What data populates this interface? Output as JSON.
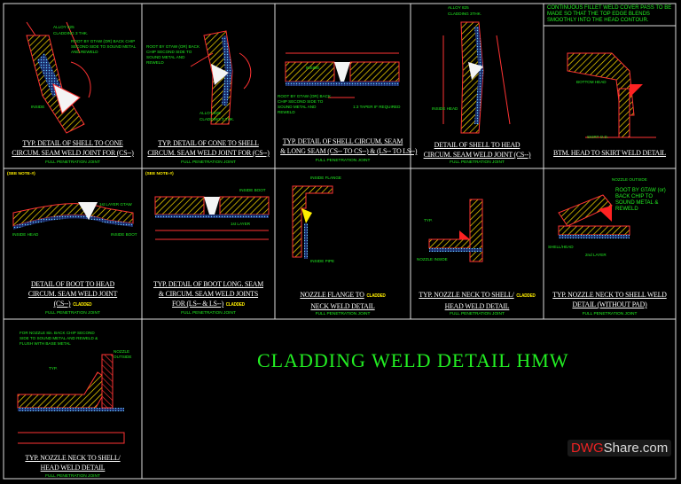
{
  "main_title": "CLADDING WELD DETAIL HMW",
  "watermark": {
    "prefix": "DWG",
    "suffix": "Share.com"
  },
  "common": {
    "full_penetration": "FULL PENETRATION JOINT",
    "cladded": "CLADDED",
    "see_note": "(SEE NOTE-#)"
  },
  "details": [
    {
      "title_lines": [
        "TYP. DETAIL OF SHELL TO CONE",
        "CIRCUM. SEAM WELD JOINT FOR (CS--)"
      ],
      "labels": [
        "ALLOY 825",
        "CLADDING 3 THK.",
        "ROOT BY GTAW (OR) BACK CHIP SECOND SIDE TO SOUND METAL AND REWELD",
        "INSIDE"
      ]
    },
    {
      "title_lines": [
        "TYP. DETAIL OF CONE TO SHELL",
        "CIRCUM. SEAM WELD JOINT FOR (CS--)"
      ],
      "labels": [
        "ROOT BY GTAW (OR) BACK CHIP SECOND SIDE TO SOUND METAL AND REWELD",
        "ALLOY 825",
        "CLADDING 3 THK."
      ]
    },
    {
      "title_lines": [
        "TYP. DETAIL OF SHELL CIRCUM. SEAM",
        "& LONG SEAM (CS-- TO CS--) & (LS-- TO LS--)"
      ],
      "labels": [
        "INSIDE",
        "ROOT BY GTAW (OR) BACK CHIP SECOND SIDE TO SOUND METAL AND REWELD",
        "1:3 TAPER IF REQUIRED"
      ]
    },
    {
      "title_lines": [
        "DETAIL OF SHELL TO HEAD",
        "CIRCUM. SEAM WELD JOINT (CS--)"
      ],
      "labels": [
        "ALLOY 825",
        "CLADDING 3THK.",
        "INSIDE HEAD"
      ]
    },
    {
      "title_lines": [
        "BTM. HEAD TO SKIRT WELD DETAIL"
      ],
      "note": "CONTINUOUS FILLET WELD COVER PASS TO BE MADE SO THAT THE TOP EDGE BLENDS SMOOTHLY INTO THE HEAD CONTOUR.",
      "labels": [
        "BOTTOM HEAD",
        "SKIRT O.D."
      ]
    },
    {
      "title_lines": [
        "DETAIL OF BOOT TO HEAD",
        "CIRCUM. SEAM WELD JOINT",
        "(CS--)"
      ],
      "cladded": true,
      "labels": [
        "1st LAYER GTAW",
        "INSIDE HEAD",
        "INSIDE BOOT"
      ]
    },
    {
      "title_lines": [
        "TYP. DETAIL OF BOOT LONG. SEAM",
        "& CIRCUM. SEAM WELD JOINTS",
        "FOR (LS-- & LS--)"
      ],
      "cladded": true,
      "labels": [
        "INSIDE BOOT",
        "1st LAYER"
      ]
    },
    {
      "title_lines": [
        "NOZZLE FLANGE TO",
        "NECK WELD DETAIL"
      ],
      "cladded": true,
      "labels": [
        "INSIDE FLANGE",
        "INSIDE PIPE"
      ]
    },
    {
      "title_lines": [
        "TYP. NOZZLE NECK TO SHELL/",
        "HEAD WELD DETAIL"
      ],
      "cladded": true,
      "labels": [
        "NOZZLE INSIDE",
        "TYP."
      ]
    },
    {
      "title_lines": [
        "TYP. NOZZLE NECK TO SHELL WELD",
        "DETAIL (WITHOUT PAD)"
      ],
      "labels": [
        "NOZZLE OUTSIDE",
        "ROOT BY GTAW (or) BACK CHIP TO SOUND METAL & REWELD",
        "SHELL/HEAD",
        "2nd LAYER"
      ]
    },
    {
      "title_lines": [
        "TYP. NOZZLE NECK TO SHELL/",
        "HEAD WELD DETAIL"
      ],
      "note": "FOR NOZZLE 8in. BACK CHIP SECOND SIDE TO SOUND METAL AND REWELD & FLUSH WITH BASE METAL",
      "labels": [
        "NOZZLE OUTSIDE",
        "TYP."
      ]
    }
  ]
}
